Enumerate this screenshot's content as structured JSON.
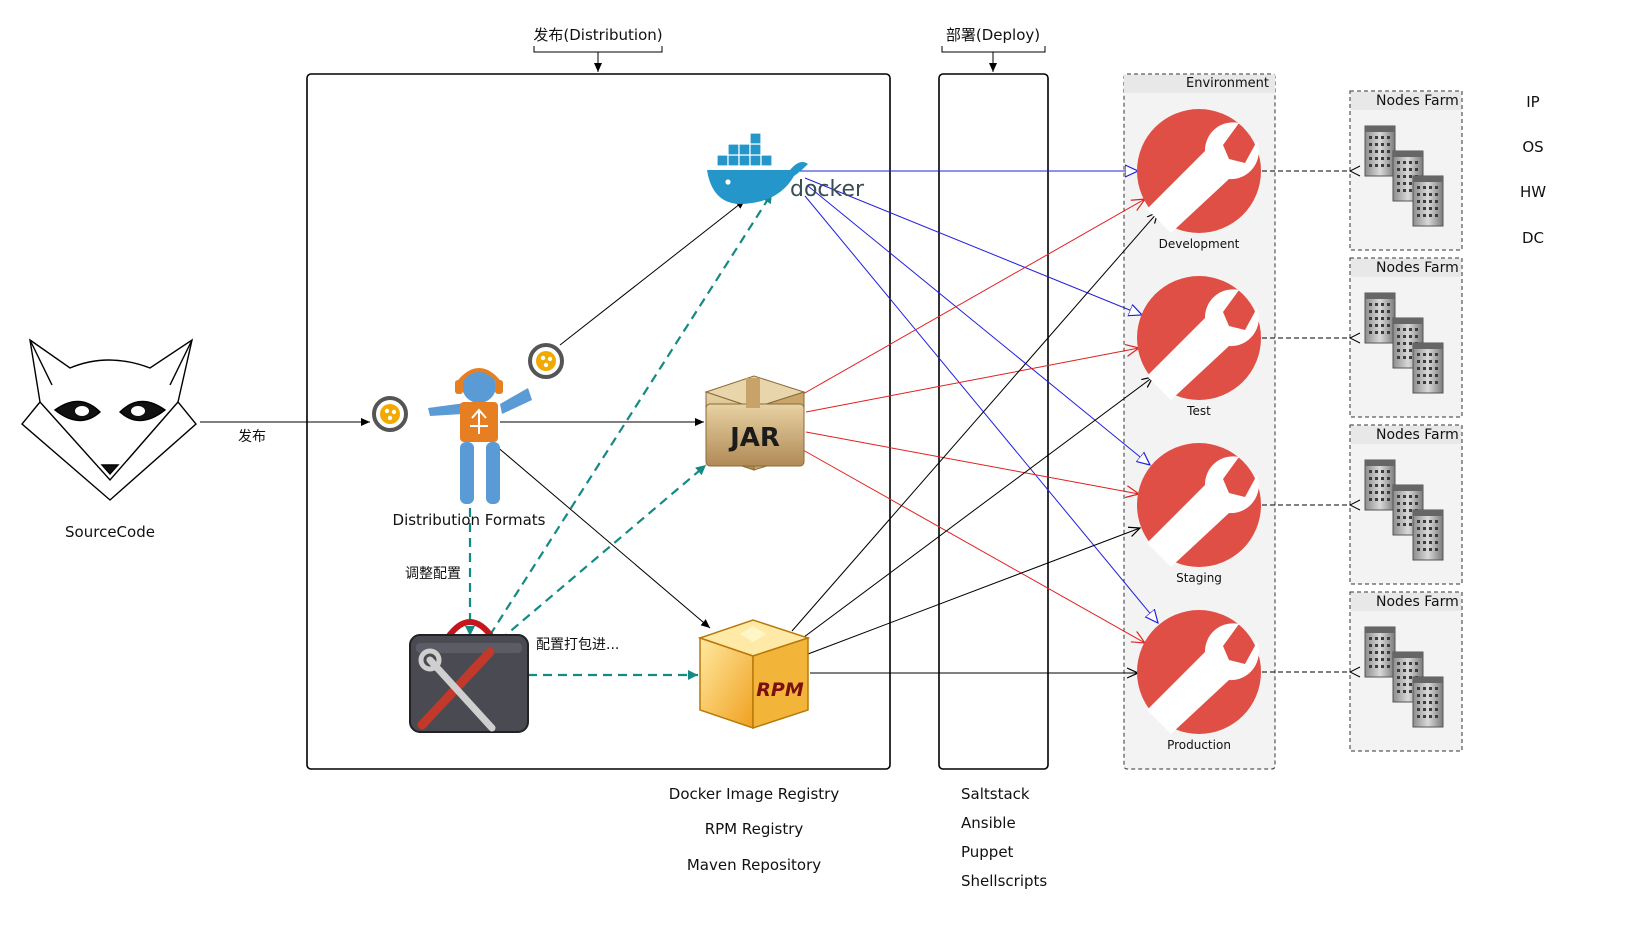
{
  "distribution_header": "发布(Distribution)",
  "deploy_header": "部署(Deploy)",
  "environment_label": "Environment",
  "source": {
    "label": "SourceCode",
    "arrow_label": "发布"
  },
  "distribution_formats_label": "Distribution Formats",
  "adjust_config_label": "调整配置",
  "package_config_label": "配置打包进...",
  "formats": {
    "docker": "docker",
    "jar": "JAR",
    "rpm": "RPM"
  },
  "registries": [
    "Docker Image Registry",
    "RPM Registry",
    "Maven Repository"
  ],
  "deploy_tools": [
    "Saltstack",
    "Ansible",
    "Puppet",
    "Shellscripts"
  ],
  "environments": [
    "Development",
    "Test",
    "Staging",
    "Production"
  ],
  "nodes_farm_label": "Nodes Farm",
  "node_attributes": [
    "IP",
    "OS",
    "HW",
    "DC"
  ],
  "colors": {
    "docker_edge": "#2020dd",
    "jar_edge": "#e02020",
    "rpm_edge": "#000000",
    "config_edge": "#138a84",
    "env_icon": "#e04f45"
  }
}
